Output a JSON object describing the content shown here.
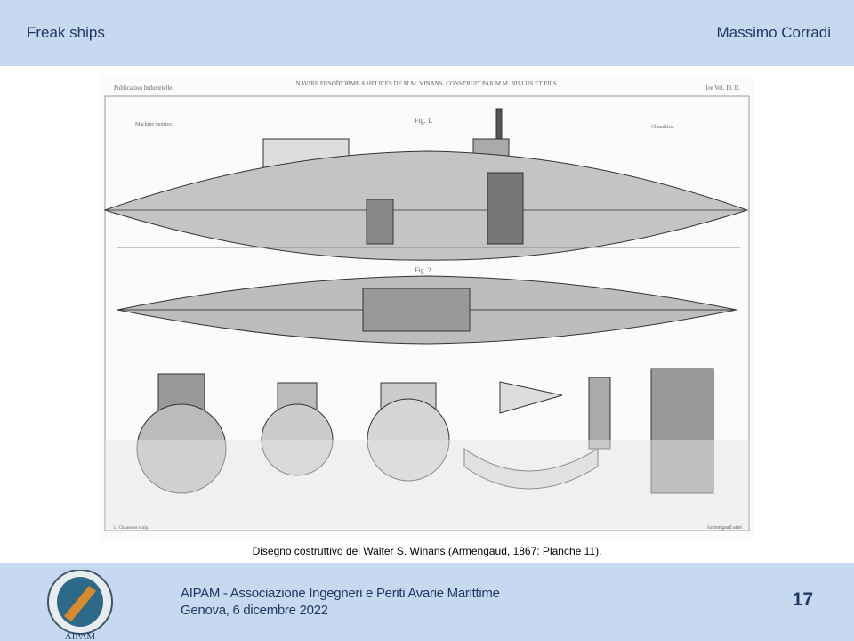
{
  "header": {
    "left": "Freak ships",
    "right": "Massimo Corradi"
  },
  "drawing": {
    "title": "NAVIRE FUSOÏFORME A HELICES DE M.M. VINANS, CONSTRUIT PAR M.M. NILLUS ET FILS.",
    "left_top": "Publication Industrielle.",
    "right_top": "1re Vol. Pl. II.",
    "fig1": "Fig. 1.",
    "fig2": "Fig. 2.",
    "machine": "Machine motrice.",
    "chaudiere": "Chaudière.",
    "bottom_left": "L. Chaumont sculp.",
    "bottom_right": "Armengaud ainé"
  },
  "caption": "Disegno costruttivo del Walter S. Winans (Armengaud, 1867: Planche 11).",
  "footer": {
    "org": "AIPAM - Associazione Ingegneri  e Periti Avarie Marittime",
    "place_date": "Genova,  6 dicembre 2022",
    "page_number": "17",
    "logo_text": "AIPAM"
  }
}
